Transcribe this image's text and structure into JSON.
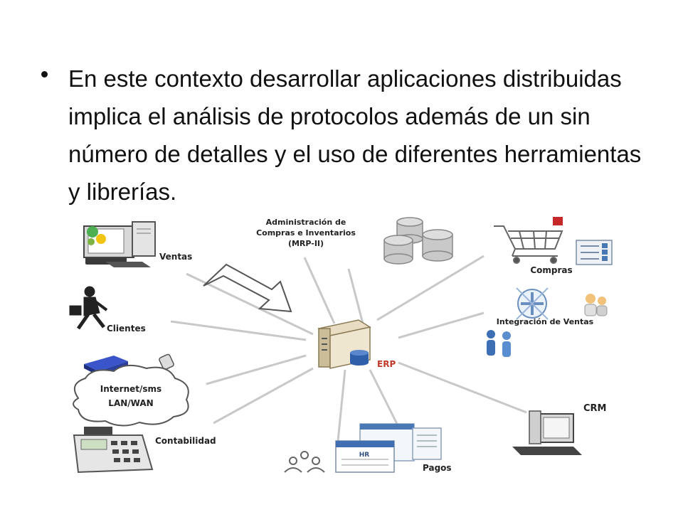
{
  "slide": {
    "bullet_text": "En este contexto desarrollar aplicaciones distribuidas implica el análisis de protocolos además de un sin número de detalles y el uso de diferentes herramientas y librerías."
  },
  "diagram": {
    "hub": {
      "label": "ERP",
      "icon": "server-database-icon"
    },
    "nodes": {
      "ventas": {
        "label": "Ventas",
        "icon": "computer-icon"
      },
      "admin": {
        "label_lines": [
          "Administración de",
          "Compras e Inventarios",
          "(MRP-II)"
        ],
        "icon": "database-cylinders-icon"
      },
      "compras": {
        "label": "Compras",
        "icon": "shopping-cart-icon"
      },
      "clientes": {
        "label": "Clientes",
        "icon": "walking-person-icon"
      },
      "integracion": {
        "label": "Integración de Ventas",
        "icon": "network-people-icon"
      },
      "internet": {
        "label_lines": [
          "Internet/sms",
          "LAN/WAN"
        ],
        "icon": "cloud-icon"
      },
      "crm": {
        "label": "CRM",
        "icon": "computer-icon"
      },
      "contabilidad": {
        "label": "Contabilidad",
        "icon": "calculator-icon"
      },
      "pagos": {
        "label": "Pagos",
        "icon": "document-windows-icon",
        "doc_label": "HR"
      }
    },
    "colors": {
      "connector": "#c8c8c8",
      "erp_label": "#c0392b",
      "text": "#222222",
      "bullet": "#111111"
    }
  }
}
